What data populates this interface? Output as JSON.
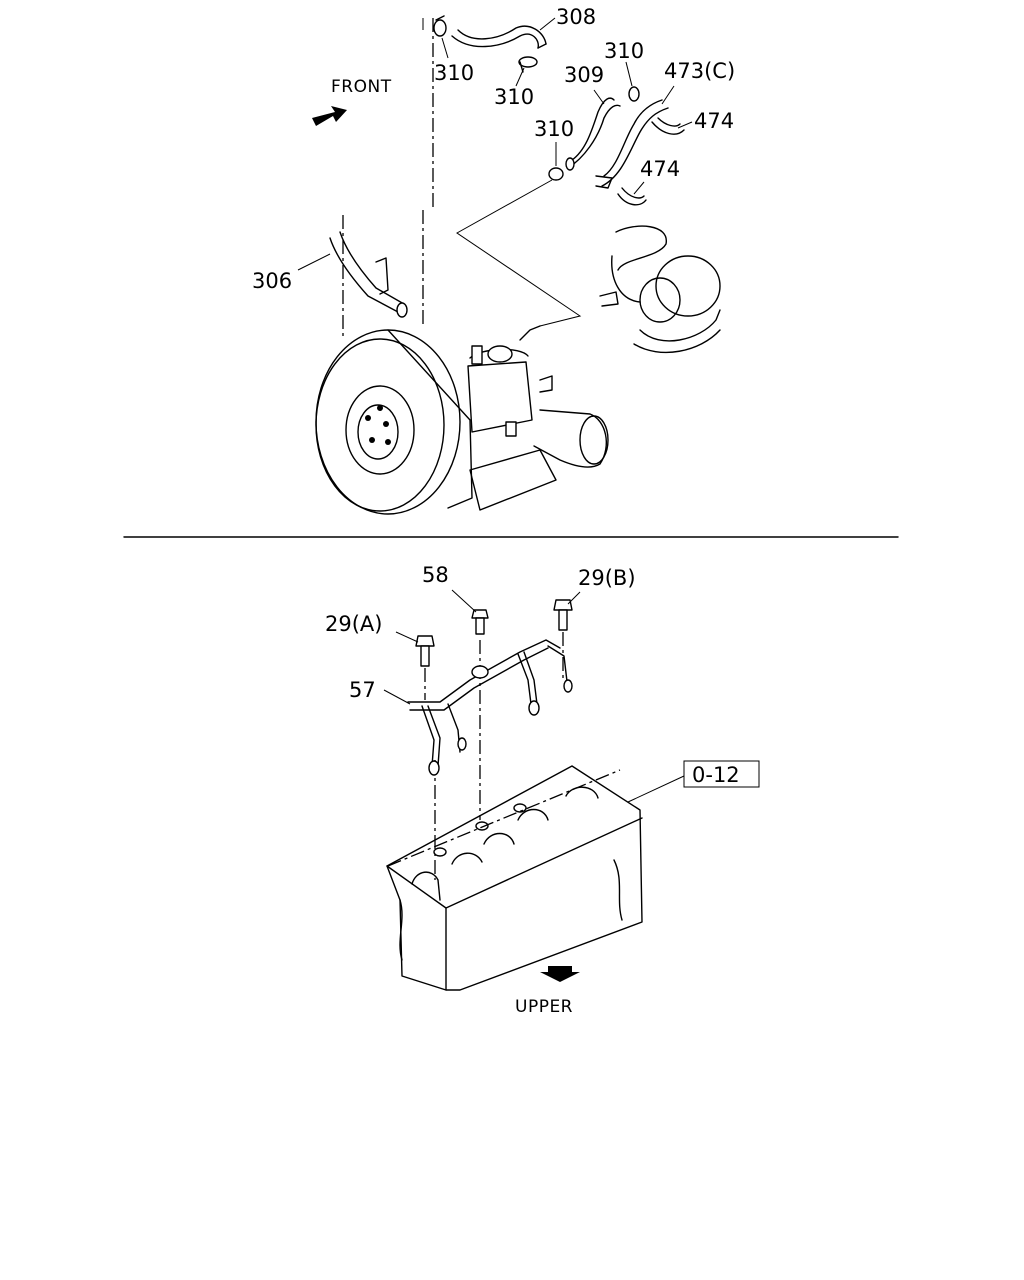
{
  "upper_figure": {
    "direction_label": "FRONT",
    "callouts": {
      "c308": "308",
      "c310_a": "310",
      "c310_b": "310",
      "c310_c": "310",
      "c310_d": "310",
      "c309": "309",
      "c473c": "473(C)",
      "c474_a": "474",
      "c474_b": "474",
      "c306": "306"
    }
  },
  "lower_figure": {
    "direction_label": "UPPER",
    "callouts": {
      "c58": "58",
      "c29b": "29(B)",
      "c29a": "29(A)",
      "c57": "57",
      "ref_box": "0-12"
    }
  }
}
